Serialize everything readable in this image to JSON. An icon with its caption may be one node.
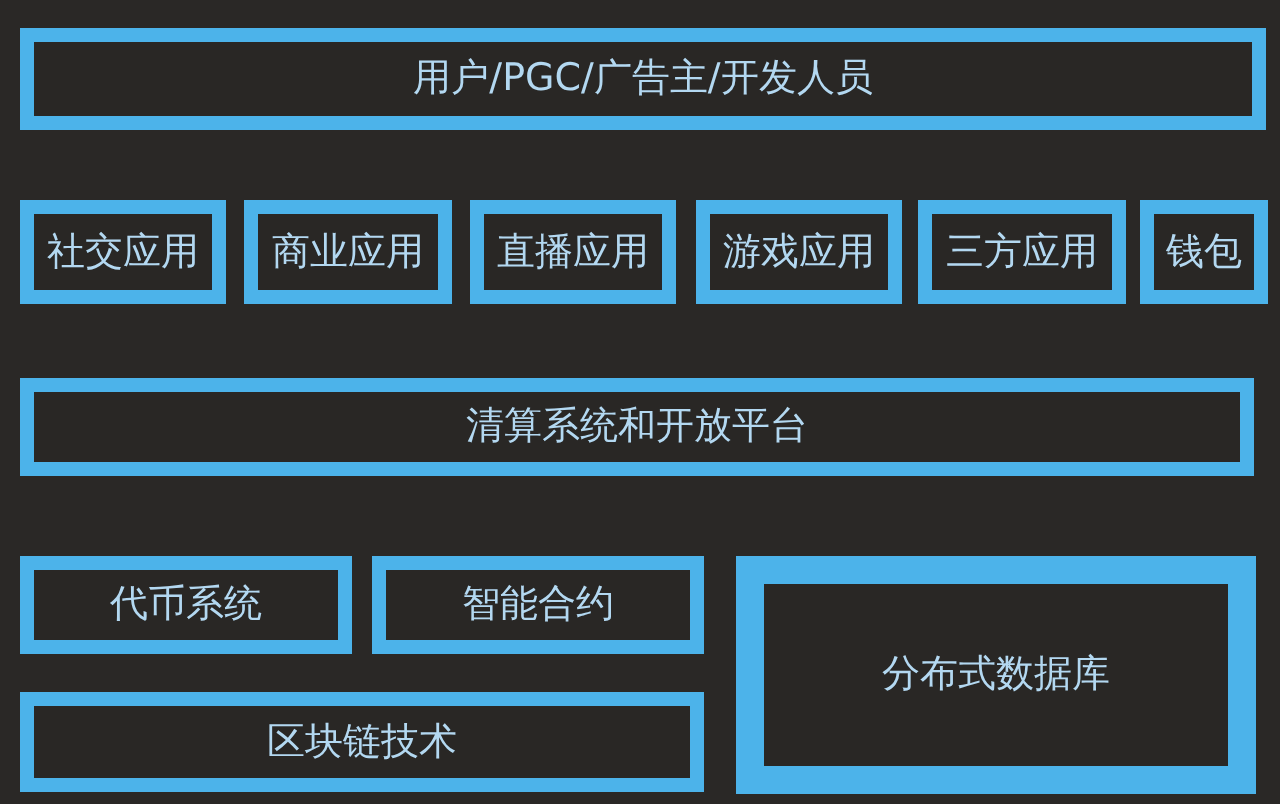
{
  "diagram": {
    "nodes": [
      {
        "text": [
          "用户/PGC/广告主/开发人员"
        ]
      },
      {
        "text": [
          "社交应用"
        ]
      },
      {
        "text": [
          "商业应用"
        ]
      },
      {
        "text": [
          "直播应用"
        ]
      },
      {
        "text": [
          "游戏应用"
        ]
      },
      {
        "text": [
          "三方应用"
        ]
      },
      {
        "text": [
          "钱包"
        ]
      },
      {
        "text": [
          "清算系统和开放平台"
        ]
      },
      {
        "text": [
          "代币系统"
        ]
      },
      {
        "text": [
          "智能合约"
        ]
      },
      {
        "text": [
          "分布式数据库"
        ]
      },
      {
        "text": [
          "区块链技术"
        ]
      }
    ]
  }
}
